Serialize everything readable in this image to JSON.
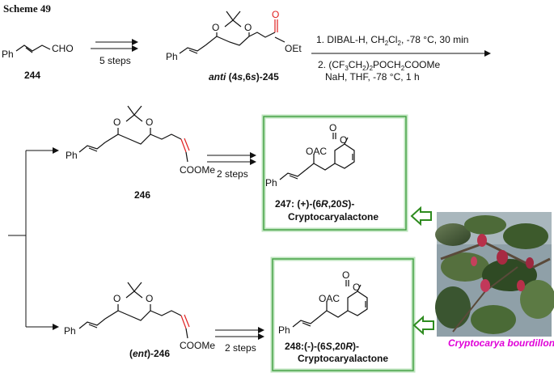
{
  "scheme_title": "Scheme 49",
  "start": {
    "ph": "Ph",
    "cho": "CHO",
    "label": "244"
  },
  "step1": {
    "text": "5 steps"
  },
  "intermediate245": {
    "ph": "Ph",
    "o1": "O",
    "o2": "O",
    "carbonyl_o": "O",
    "ester": "OEt",
    "label_prefix": "anti",
    "label_mid": " (4",
    "label_s1": "s",
    "label_mid2": ",6",
    "label_s2": "s",
    "label_suffix": ")-245"
  },
  "step2": {
    "line1_pre": "1. DIBAL-H, CH",
    "line1_sub1": "2",
    "line1_mid": "Cl",
    "line1_sub2": "2",
    "line1_post": ", -78 °C, 30 min",
    "line2_pre": "2. (CF",
    "line2_sub1": "3",
    "line2_mid": "CH",
    "line2_sub2": "2",
    "line2_post1": ")",
    "line2_sub3": "2",
    "line2_post2": "POCH",
    "line2_sub4": "2",
    "line2_post3": "COOMe",
    "line3": "NaH, THF, -78 °C, 1 h"
  },
  "compound246": {
    "ph": "Ph",
    "o1": "O",
    "o2": "O",
    "ester": "COOMe",
    "label": "246"
  },
  "compound246ent": {
    "ph": "Ph",
    "o1": "O",
    "o2": "O",
    "ester": "COOMe",
    "label_open": "(",
    "label_ent": "ent",
    "label_close": ")-246"
  },
  "step3": {
    "text": "2 steps"
  },
  "step4": {
    "text": "2 steps"
  },
  "product247": {
    "ph": "Ph",
    "oac": "OAC",
    "ring_o": "O",
    "carbonyl_o": "O",
    "label1_pre": "247: (+)-(6",
    "label1_r": "R",
    "label1_mid": ",20",
    "label1_s": "S",
    "label1_post": ")-",
    "label2": "Cryptocaryalactone"
  },
  "product248": {
    "ph": "Ph",
    "oac": "OAC",
    "ring_o": "O",
    "carbonyl_o": "O",
    "label1_pre": "248:(-)-(6",
    "label1_s": "S",
    "label1_mid": ",20",
    "label1_r": "R",
    "label1_post": ")-",
    "label2": "Cryptocaryalactone"
  },
  "photo": {
    "caption": "Cryptocarya bourdillonii"
  },
  "colors": {
    "box_border": "#3a9a3a",
    "box_glow": "#bfe5bf",
    "arrow_green": "#2e8b1f",
    "carbonyl_red": "#e02020",
    "caption_magenta": "#e000d8",
    "leaf_dark": "#3d5a2c",
    "berry_red": "#b8304a"
  }
}
